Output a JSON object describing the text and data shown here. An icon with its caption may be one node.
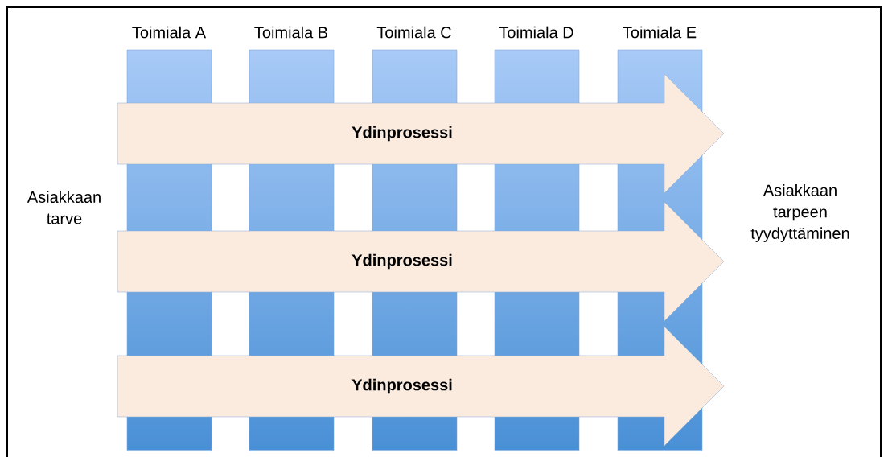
{
  "diagram": {
    "nodes": [
      {
        "text": [
          "Toimiala A"
        ]
      },
      {
        "text": [
          "Toimiala B"
        ]
      },
      {
        "text": [
          "Toimiala C"
        ]
      },
      {
        "text": [
          "Toimiala D"
        ]
      },
      {
        "text": [
          "Toimiala E"
        ]
      },
      {
        "text": [
          "Ydinprosessi"
        ]
      },
      {
        "text": [
          "Ydinprosessi"
        ]
      },
      {
        "text": [
          "Ydinprosessi"
        ]
      }
    ],
    "labels": [
      "Asiakkaan tarve",
      "Asiakkaan tarpeen tyydyttäminen"
    ]
  }
}
